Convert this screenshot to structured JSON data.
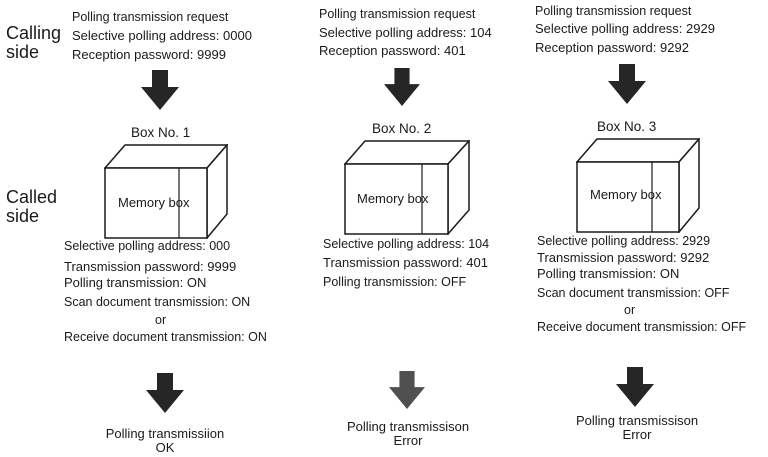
{
  "side_labels": {
    "calling": [
      "Calling",
      "side"
    ],
    "called": [
      "Called",
      "side"
    ]
  },
  "columns": [
    {
      "request": [
        "Polling transmission request",
        "Selective polling address: 0000",
        "Reception password: 9999"
      ],
      "box_title": "Box No. 1",
      "box_label": "Memory box",
      "settings": [
        "Selective polling address: 000",
        "Transmission password: 9999",
        "Polling transmission: ON",
        "Scan document transmission: ON",
        "or",
        "Receive document transmission: ON"
      ],
      "result": [
        "Polling transmissiion",
        "OK"
      ]
    },
    {
      "request": [
        "Polling transmission request",
        "Selective polling address: 104",
        "Reception password: 401"
      ],
      "box_title": "Box No. 2",
      "box_label": "Memory box",
      "settings": [
        "Selective polling address: 104",
        "Transmission password: 401",
        "Polling transmission: OFF"
      ],
      "result": [
        "Polling transmissison",
        "Error"
      ]
    },
    {
      "request": [
        "Polling transmission request",
        "Selective polling address: 2929",
        "Reception password: 9292"
      ],
      "box_title": "Box No. 3",
      "box_label": "Memory box",
      "settings": [
        "Selective polling address: 2929",
        "Transmission password: 9292",
        "Polling transmission: ON",
        "Scan document transmission: OFF",
        "or",
        "Receive document transmission: OFF"
      ],
      "result": [
        "Polling transmissison",
        "Error"
      ]
    }
  ],
  "colors": {
    "arrow": "#262626",
    "arrow_light": "#505050",
    "text": "#1a1a1a"
  }
}
